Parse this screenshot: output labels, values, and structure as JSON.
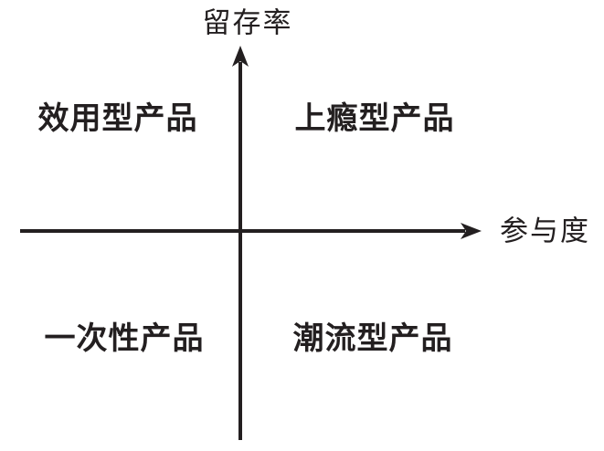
{
  "diagram": {
    "type": "quadrant-matrix",
    "y_axis_label": "留存率",
    "x_axis_label": "参与度",
    "quadrants": {
      "top_left": "效用型产品",
      "top_right": "上瘾型产品",
      "bottom_left": "一次性产品",
      "bottom_right": "潮流型产品"
    },
    "icons": {
      "y_axis_arrowhead": "arrow-up",
      "x_axis_arrowhead": "arrow-right"
    },
    "colors": {
      "background": "#ffffff",
      "line": "#231f20",
      "text": "#231f20"
    }
  }
}
